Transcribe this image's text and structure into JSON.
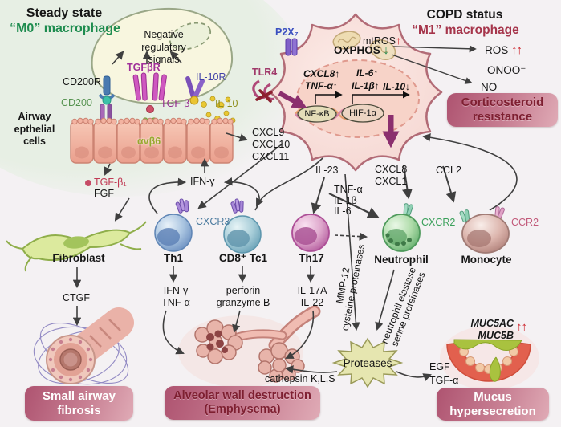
{
  "colors": {
    "m0_green": "#1e8c4f",
    "m1_red": "#a5344a",
    "accent_red": "#cc2229",
    "purple_arrow": "#8b2f6e",
    "box_gradient_dark": "#ae5370",
    "box_gradient_light": "#e0abb6"
  },
  "m0": {
    "title1": "Steady state",
    "title2": "“M0” macrophage",
    "negative_signals": "Negative\nregulatory\nsignals",
    "cd200r": "CD200R",
    "cd200": "CD200",
    "tgfbr": "TGFβR",
    "tgfb": "TGF-β",
    "il10r": "IL-10R",
    "il10": "IL-10",
    "avb6": "αvβ6",
    "airway_cells": "Airway\nepthelial\ncells"
  },
  "m1": {
    "title1": "COPD status",
    "title2": "“M1” macrophage",
    "p2x7": "P2X₇",
    "oxphos": "OXPHOS",
    "oxphos_arrow": "↓",
    "mtros": "mtROS",
    "mtros_arrow": "↑",
    "tlr4": "TLR4",
    "gene_cxcl8": "CXCL8↑",
    "gene_il6": "IL-6↑",
    "gene_tnfa": "TNF-α↑",
    "gene_il1b": "IL-1β↑",
    "gene_il10": "IL-10↓",
    "nfkb": "NF-κB",
    "hif1a": "HIF-1α"
  },
  "products": {
    "ros": "ROS",
    "ros_arrows": "↑↑",
    "onoo": "ONOO⁻",
    "no": "NO"
  },
  "boxes": {
    "corticosteroid": "Corticosteroid\nresistance",
    "fibrosis": "Small airway\nfibrosis",
    "emphysema": "Alveolar wall destruction\n(Emphysema)",
    "mucus": "Mucus\nhypersecretion"
  },
  "mediators": {
    "cxcl9_10_11": "CXCL9\nCXCL10\nCXCL11",
    "ifng": "IFN-γ",
    "il23": "IL-23",
    "cxcl8_cxcl1": "CXCL8\nCXCL1",
    "ccl2": "CCL2",
    "tnfa_il1b_il6": "TNF-α\nIL-1β\nIL-6",
    "tgfb1": "TGF-β₁",
    "fgf": "FGF",
    "ctgf": "CTGF",
    "th1_products": "IFN-γ\nTNF-α",
    "tc1_products": "perforin\ngranzyme B",
    "th17_products": "IL-17A\nIL-22",
    "mmp12": "MMP-12\ncysteine proteinases",
    "elastase": "neutrophil elastase\nserine proteinases",
    "cathepsin": "cathepsin K,L,S",
    "proteases": "Proteases",
    "egf_tgfa": "EGF\nTGF-α",
    "muc": "MUC5AC\nMUC5B",
    "muc_arrows": "↑↑"
  },
  "cells": {
    "th1": "Th1",
    "tc1": "CD8⁺ Tc1",
    "th17": "Th17",
    "neutrophil": "Neutrophil",
    "monocyte": "Monocyte",
    "fibroblast": "Fibroblast",
    "cxcr3": "CXCR3",
    "cxcr2": "CXCR2",
    "ccr2": "CCR2"
  }
}
